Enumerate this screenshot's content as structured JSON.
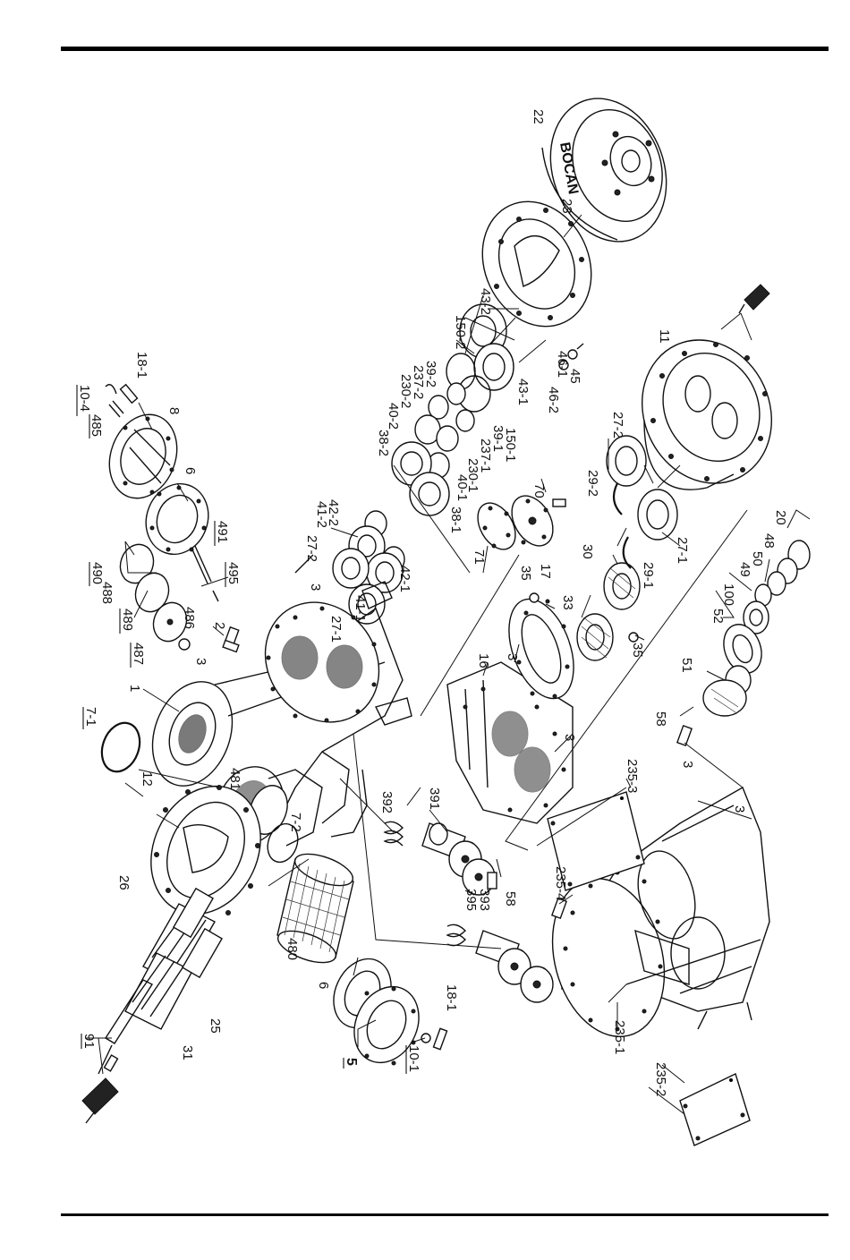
{
  "diagram": {
    "labels": [
      {
        "id": "p22",
        "text": "22",
        "bold": false
      },
      {
        "id": "p23",
        "text": "23",
        "bold": false
      },
      {
        "id": "p11",
        "text": "11",
        "bold": false
      },
      {
        "id": "p43-2",
        "text": "43-2",
        "bold": false
      },
      {
        "id": "p150-2",
        "text": "150-2",
        "bold": false
      },
      {
        "id": "p39-2",
        "text": "39-2",
        "bold": false
      },
      {
        "id": "p237-2",
        "text": "237-2",
        "bold": false
      },
      {
        "id": "p230-2",
        "text": "230-2",
        "bold": false
      },
      {
        "id": "p40-2",
        "text": "40-2",
        "bold": false
      },
      {
        "id": "p38-2",
        "text": "38-2",
        "bold": false
      },
      {
        "id": "p42-2",
        "text": "42-2",
        "bold": false
      },
      {
        "id": "p41-2",
        "text": "41-2",
        "bold": false
      },
      {
        "id": "p27-2a",
        "text": "27-2",
        "bold": false
      },
      {
        "id": "p3a",
        "text": "3",
        "bold": false
      },
      {
        "id": "p27-1a",
        "text": "27-1",
        "bold": false
      },
      {
        "id": "p41-1",
        "text": "41-1",
        "bold": false
      },
      {
        "id": "p42-1",
        "text": "42-1",
        "bold": false
      },
      {
        "id": "p38-1",
        "text": "38-1",
        "bold": false
      },
      {
        "id": "p40-1",
        "text": "40-1",
        "bold": false
      },
      {
        "id": "p230-1",
        "text": "230-1",
        "bold": false
      },
      {
        "id": "p237-1",
        "text": "237-1",
        "bold": false
      },
      {
        "id": "p39-1",
        "text": "39-1",
        "bold": false
      },
      {
        "id": "p150-1",
        "text": "150-1",
        "bold": false
      },
      {
        "id": "p43-1",
        "text": "43-1",
        "bold": false
      },
      {
        "id": "p46-2",
        "text": "46-2",
        "bold": false
      },
      {
        "id": "p46-1",
        "text": "46-1",
        "bold": false
      },
      {
        "id": "p45",
        "text": "45",
        "bold": false
      },
      {
        "id": "p10-4",
        "text": "10-4",
        "bold": false
      },
      {
        "id": "p18-1a",
        "text": "18-1",
        "bold": false
      },
      {
        "id": "p485",
        "text": "485",
        "bold": false
      },
      {
        "id": "p8",
        "text": "8",
        "bold": false
      },
      {
        "id": "p6a",
        "text": "6",
        "bold": false
      },
      {
        "id": "p490",
        "text": "490",
        "bold": false
      },
      {
        "id": "p491",
        "text": "491",
        "bold": false
      },
      {
        "id": "p488",
        "text": "488",
        "bold": false
      },
      {
        "id": "p495",
        "text": "495",
        "bold": false
      },
      {
        "id": "p489",
        "text": "489",
        "bold": false
      },
      {
        "id": "p486",
        "text": "486",
        "bold": false
      },
      {
        "id": "p487",
        "text": "487",
        "bold": false
      },
      {
        "id": "p2",
        "text": "2",
        "bold": false
      },
      {
        "id": "p1",
        "text": "1",
        "bold": false
      },
      {
        "id": "p3b",
        "text": "3",
        "bold": false
      },
      {
        "id": "p7-1",
        "text": "7-1",
        "bold": false
      },
      {
        "id": "p12",
        "text": "12",
        "bold": false
      },
      {
        "id": "p481",
        "text": "481",
        "bold": false
      },
      {
        "id": "p7-2",
        "text": "7-2",
        "bold": false
      },
      {
        "id": "p480",
        "text": "480",
        "bold": false
      },
      {
        "id": "p26",
        "text": "26",
        "bold": false
      },
      {
        "id": "p25",
        "text": "25",
        "bold": false
      },
      {
        "id": "p31",
        "text": "31",
        "bold": false
      },
      {
        "id": "p91",
        "text": "91",
        "bold": false
      },
      {
        "id": "p6b",
        "text": "6",
        "bold": false
      },
      {
        "id": "p5",
        "text": "5",
        "bold": true
      },
      {
        "id": "p10-1",
        "text": "10-1",
        "bold": false
      },
      {
        "id": "p18-1b",
        "text": "18-1",
        "bold": false
      },
      {
        "id": "p392",
        "text": "392",
        "bold": false
      },
      {
        "id": "p391",
        "text": "391",
        "bold": false
      },
      {
        "id": "p395",
        "text": "395",
        "bold": false
      },
      {
        "id": "p393",
        "text": "393",
        "bold": false
      },
      {
        "id": "p58a",
        "text": "58",
        "bold": false
      },
      {
        "id": "p235-4",
        "text": "235-4",
        "bold": false
      },
      {
        "id": "p235-3",
        "text": "235-3",
        "bold": false
      },
      {
        "id": "p3c",
        "text": "3",
        "bold": false
      },
      {
        "id": "p3d",
        "text": "3",
        "bold": false
      },
      {
        "id": "p235-1",
        "text": "235-1",
        "bold": false
      },
      {
        "id": "p235-2",
        "text": "235-2",
        "bold": false
      },
      {
        "id": "p16",
        "text": "16",
        "bold": false
      },
      {
        "id": "p3e",
        "text": "3",
        "bold": false
      },
      {
        "id": "p3f",
        "text": "3",
        "bold": false
      },
      {
        "id": "p17",
        "text": "17",
        "bold": false
      },
      {
        "id": "p35a",
        "text": "35",
        "bold": false
      },
      {
        "id": "p35b",
        "text": "35",
        "bold": false
      },
      {
        "id": "p33",
        "text": "33",
        "bold": false
      },
      {
        "id": "p30",
        "text": "30",
        "bold": false
      },
      {
        "id": "p71",
        "text": "71",
        "bold": false
      },
      {
        "id": "p70",
        "text": "70",
        "bold": false
      },
      {
        "id": "p29-2",
        "text": "29-2",
        "bold": false
      },
      {
        "id": "p27-2b",
        "text": "27-2",
        "bold": false
      },
      {
        "id": "p29-1",
        "text": "29-1",
        "bold": false
      },
      {
        "id": "p27-1b",
        "text": "27-1",
        "bold": false
      },
      {
        "id": "p20",
        "text": "20",
        "bold": false
      },
      {
        "id": "p48",
        "text": "48",
        "bold": false
      },
      {
        "id": "p50",
        "text": "50",
        "bold": false
      },
      {
        "id": "p49",
        "text": "49",
        "bold": false
      },
      {
        "id": "p100",
        "text": "100",
        "bold": false
      },
      {
        "id": "p52",
        "text": "52",
        "bold": false
      },
      {
        "id": "p51",
        "text": "51",
        "bold": false
      },
      {
        "id": "p58b",
        "text": "58",
        "bold": false
      }
    ],
    "brand_mark": "BOCAN"
  }
}
